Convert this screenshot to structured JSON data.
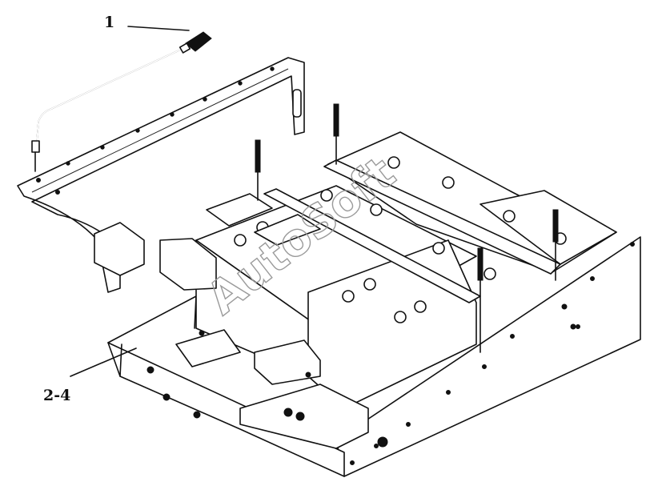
{
  "callouts": [
    {
      "label": "1"
    },
    {
      "label": "2-4"
    }
  ],
  "watermark": {
    "text": "AutoSoft"
  },
  "colors": {
    "line": "#111111",
    "background": "#ffffff",
    "watermark": "#9a9a9a"
  }
}
